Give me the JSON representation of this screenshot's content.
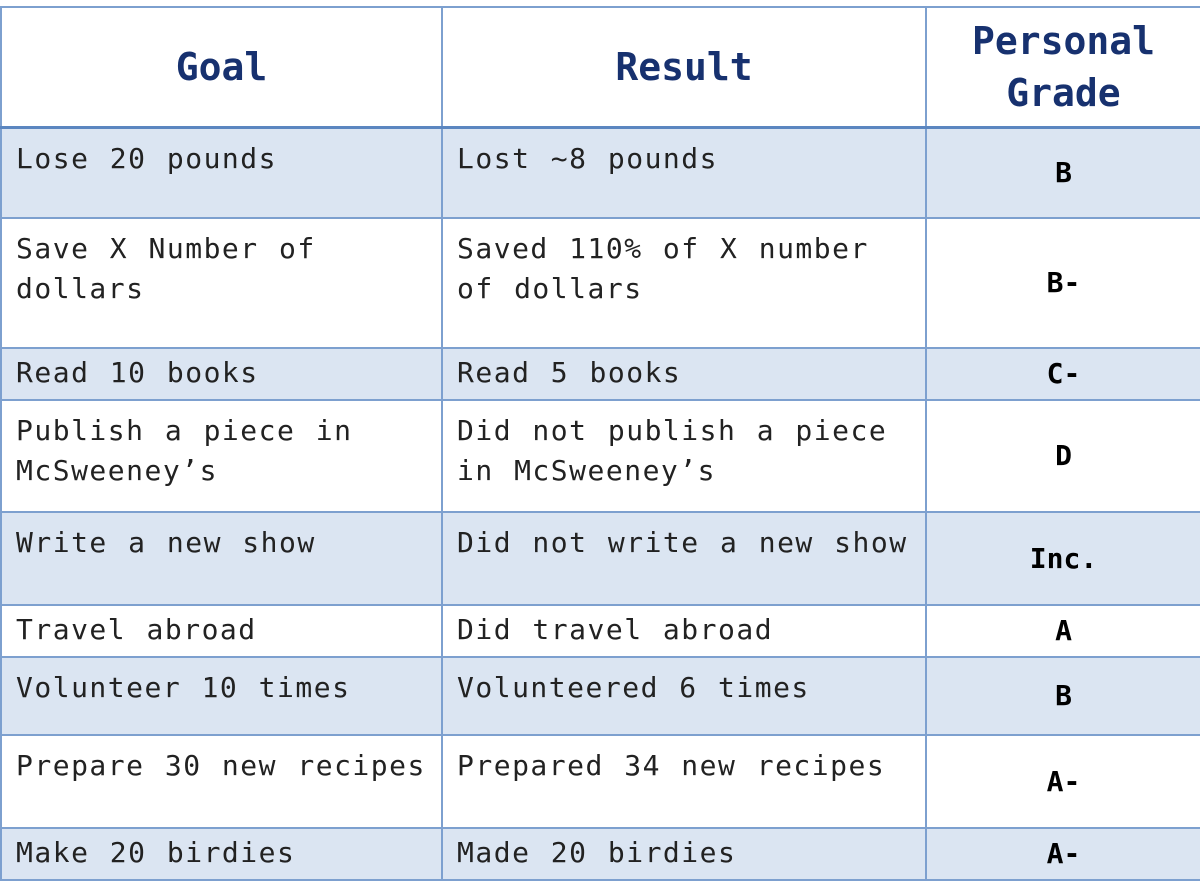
{
  "headers": {
    "goal": "Goal",
    "result": "Result",
    "grade": "Personal Grade"
  },
  "rows": [
    {
      "goal": "Lose 20 pounds",
      "result": "Lost ~8 pounds",
      "grade": "B"
    },
    {
      "goal": "Save X Number of dollars",
      "result": "Saved 110% of X number of dollars",
      "grade": "B-"
    },
    {
      "goal": "Read 10 books",
      "result": "Read 5 books",
      "grade": "C-"
    },
    {
      "goal": "Publish a piece in McSweeney’s",
      "result": "Did not publish a piece in McSweeney’s",
      "grade": "D"
    },
    {
      "goal": "Write a new show",
      "result": "Did not write a new show",
      "grade": "Inc."
    },
    {
      "goal": "Travel abroad",
      "result": "Did travel abroad",
      "grade": "A"
    },
    {
      "goal": "Volunteer 10 times",
      "result": "Volunteered 6 times",
      "grade": "B"
    },
    {
      "goal": "Prepare 30 new recipes",
      "result": "Prepared 34 new recipes",
      "grade": "A-"
    },
    {
      "goal": "Make 20 birdies",
      "result": "Made 20 birdies",
      "grade": "A-"
    }
  ],
  "colors": {
    "header_text": "#17316f",
    "border": "#7da0cf",
    "shaded_row": "#dbe5f2",
    "plain_row": "#ffffff"
  }
}
